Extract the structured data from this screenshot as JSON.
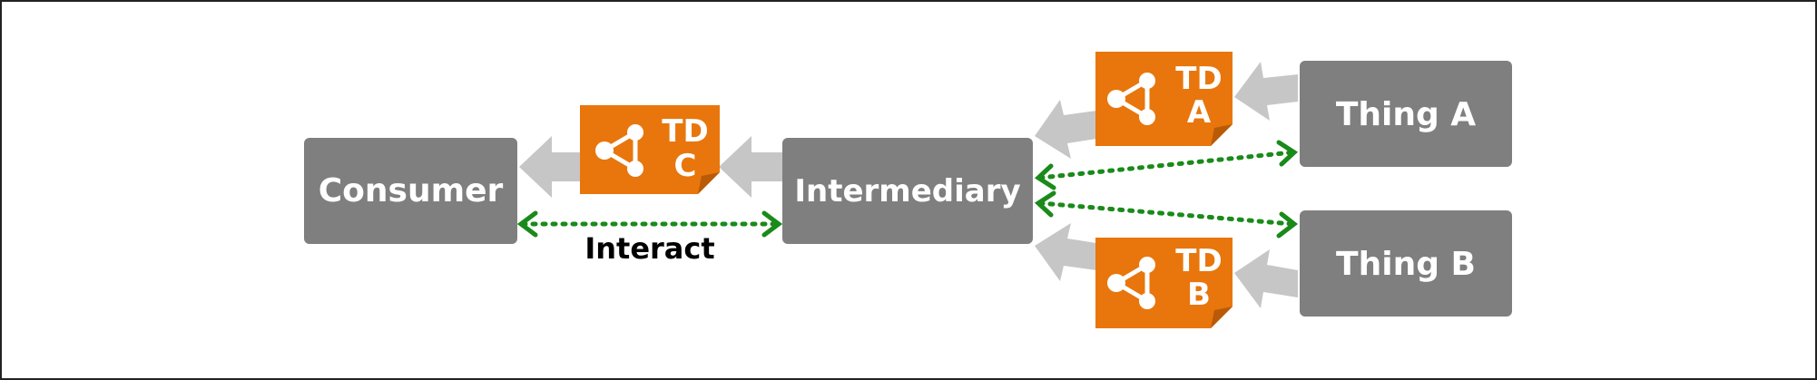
{
  "colors": {
    "node": "#7f7f7f",
    "td": "#e8760c",
    "td_fold": "#b85a06",
    "flow_arrow": "#c6c6c6",
    "interaction": "#1a8a1a",
    "frame": "#222222"
  },
  "nodes": {
    "consumer": "Consumer",
    "intermediary": "Intermediary",
    "thing_a": "Thing A",
    "thing_b": "Thing B"
  },
  "tds": {
    "c": {
      "line1": "TD",
      "line2": "C",
      "icon": "graph-triangle-icon"
    },
    "a": {
      "line1": "TD",
      "line2": "A",
      "icon": "graph-triangle-icon"
    },
    "b": {
      "line1": "TD",
      "line2": "B",
      "icon": "graph-triangle-icon"
    }
  },
  "interact_label": "Interact"
}
